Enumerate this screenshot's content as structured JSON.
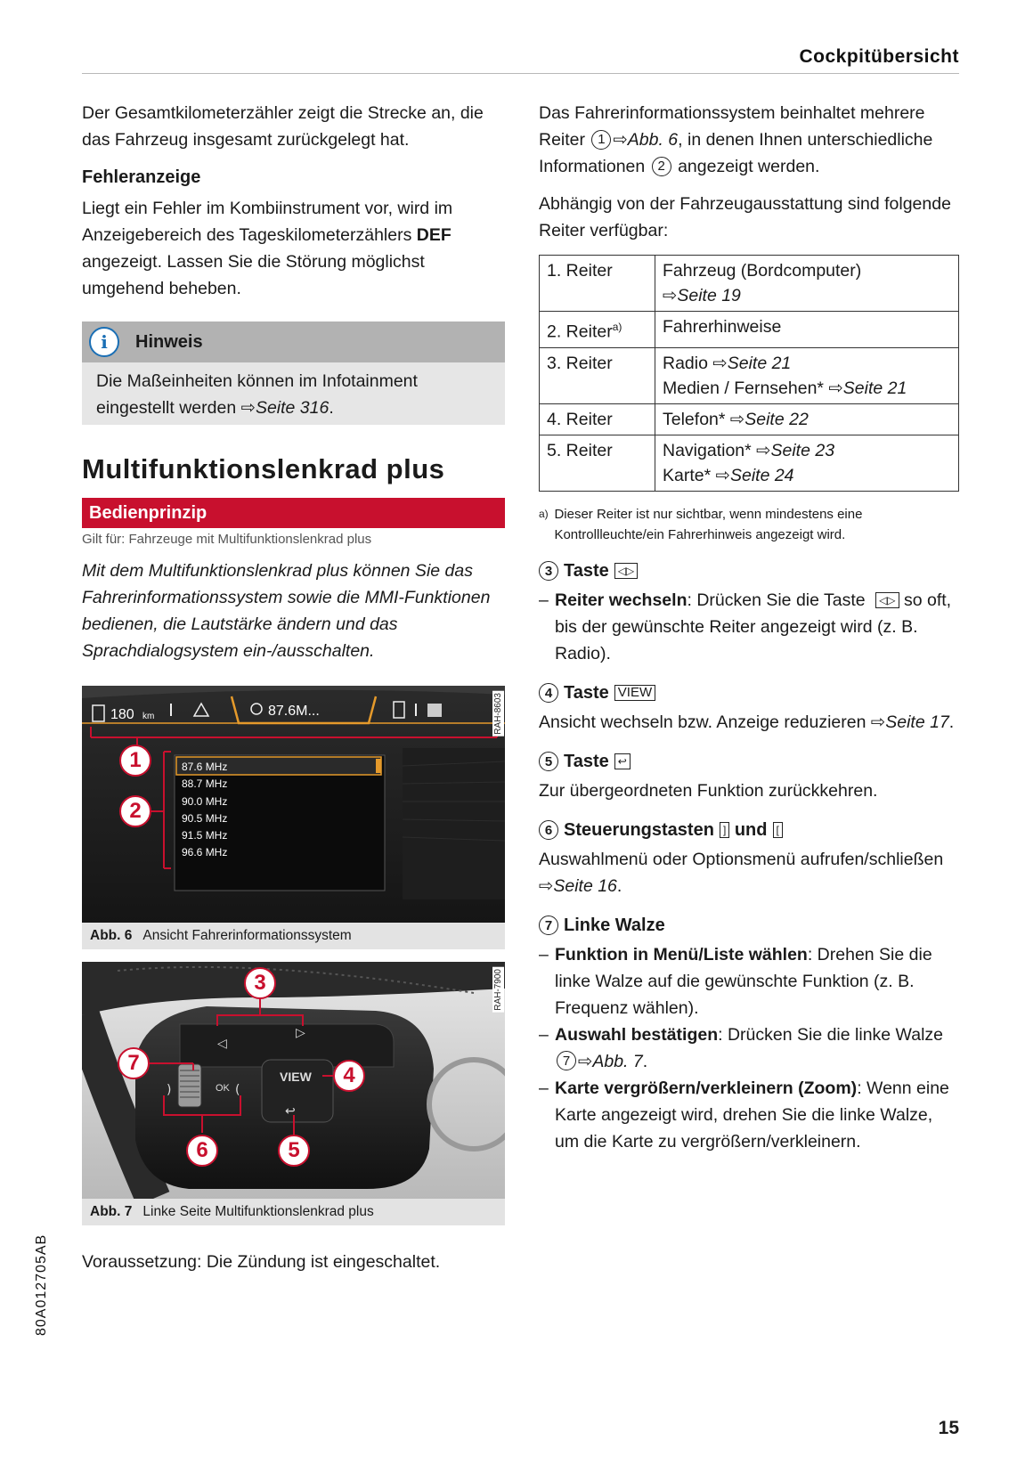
{
  "header": {
    "title": "Cockpitübersicht"
  },
  "left": {
    "p1": "Der Gesamtkilometerzähler zeigt die Strecke an, die das Fahrzeug insgesamt zurückgelegt hat.",
    "fehler_heading": "Fehleranzeige",
    "fehler_text_1": "Liegt ein Fehler im Kombiinstrument vor, wird im Anzeigebereich des Tageskilometerzählers ",
    "fehler_def": "DEF",
    "fehler_text_2": " angezeigt. Lassen Sie die Störung möglichst umgehend beheben.",
    "note": {
      "icon": "i",
      "title": "Hinweis",
      "text": "Die Maßeinheiten können im Infotainment eingestellt werden ",
      "ref": "⇨Seite 316",
      "end": "."
    },
    "section_title": "Multifunktionslenkrad plus",
    "bar_title": "Bedienprinzip",
    "applies": "Gilt für: Fahrzeuge mit Multifunktionslenkrad plus",
    "intro": "Mit dem Multifunktionslenkrad plus können Sie das Fahrerinformationssystem sowie die MMI-Funktionen bedienen, die Lautstärke ändern und das Sprachdialogsystem ein-/ausschalten.",
    "fig6": {
      "code": "RAH-8603",
      "range": "180",
      "range_unit": "km",
      "station": "87.6M...",
      "list": [
        "87.6 MHz",
        "88.7 MHz",
        "90.0 MHz",
        "90.5 MHz",
        "91.5 MHz",
        "96.6 MHz"
      ],
      "callouts": [
        "1",
        "2"
      ],
      "caption_label": "Abb. 6",
      "caption": "Ansicht Fahrerinformationssystem"
    },
    "fig7": {
      "code": "RAH-7900",
      "view_label": "VIEW",
      "ok_label": "OK",
      "callouts": [
        "3",
        "4",
        "5",
        "6",
        "7"
      ],
      "caption_label": "Abb. 7",
      "caption": "Linke Seite Multifunktionslenkrad plus"
    },
    "voraussetzung": "Voraussetzung: Die Zündung ist eingeschaltet."
  },
  "right": {
    "p1_a": "Das Fahrerinformationssystem beinhaltet mehrere Reiter ",
    "n1": "1",
    "p1_ref": "⇨Abb. 6",
    "p1_b": ", in denen Ihnen unterschiedliche Informationen ",
    "n2": "2",
    "p1_c": " angezeigt werden.",
    "p2": "Abhängig von der Fahrzeugausstattung sind folgende Reiter verfügbar:",
    "table": [
      {
        "tab": "1. Reiter",
        "lines": [
          {
            "t": "Fahrzeug (Bordcomputer)",
            "r": ""
          },
          {
            "t": "",
            "r": "⇨Seite 19"
          }
        ]
      },
      {
        "tab": "2. Reiter",
        "sup": "a)",
        "lines": [
          {
            "t": "Fahrerhinweise",
            "r": ""
          }
        ]
      },
      {
        "tab": "3. Reiter",
        "lines": [
          {
            "t": "Radio ",
            "r": "⇨Seite 21"
          },
          {
            "t": "Medien / Fernsehen* ",
            "r": "⇨Seite 21"
          }
        ]
      },
      {
        "tab": "4. Reiter",
        "lines": [
          {
            "t": "Telefon* ",
            "r": "⇨Seite 22"
          }
        ]
      },
      {
        "tab": "5. Reiter",
        "lines": [
          {
            "t": "Navigation* ",
            "r": "⇨Seite 23"
          },
          {
            "t": "Karte* ",
            "r": "⇨Seite 24"
          }
        ]
      }
    ],
    "footnote_mark": "a)",
    "footnote": "Dieser Reiter ist nur sichtbar, wenn mindestens eine Kontrollleuchte/ein Fahrerhinweis angezeigt wird.",
    "s3": {
      "n": "3",
      "title": "Taste",
      "key": "◁▷"
    },
    "s3_b1_bold": "Reiter wechseln",
    "s3_b1_a": ": Drücken Sie die Taste ",
    "s3_b1_key": "◁▷",
    "s3_b1_b": " so oft, bis der gewünschte Reiter angezeigt wird (z. B. Radio).",
    "s4": {
      "n": "4",
      "title": "Taste",
      "key": "VIEW"
    },
    "s4_text": "Ansicht wechseln bzw. Anzeige reduzieren ",
    "s4_ref": "⇨Seite 17",
    "s4_end": ".",
    "s5": {
      "n": "5",
      "title": "Taste",
      "key": "↩"
    },
    "s5_text": "Zur übergeordneten Funktion zurückkehren.",
    "s6": {
      "n": "6",
      "title": "Steuerungstasten",
      "key1": "]",
      "und": "und",
      "key2": "["
    },
    "s6_text": "Auswahlmenü oder Optionsmenü aufrufen/schließen ",
    "s6_ref": "⇨Seite 16",
    "s6_end": ".",
    "s7": {
      "n": "7",
      "title": "Linke Walze"
    },
    "s7_b1_bold": "Funktion in Menü/Liste wählen",
    "s7_b1": ": Drehen Sie die linke Walze auf die gewünschte Funktion (z. B. Frequenz wählen).",
    "s7_b2_bold": "Auswahl bestätigen",
    "s7_b2_a": ": Drücken Sie die linke Walze ",
    "s7_b2_n": "7",
    "s7_b2_ref": "⇨Abb. 7",
    "s7_b2_end": ".",
    "s7_b3_bold": "Karte vergrößern/verkleinern (Zoom)",
    "s7_b3": ": Wenn eine Karte angezeigt wird, drehen Sie die linke Walze, um die Karte zu vergrößern/verkleinern."
  },
  "footer": {
    "side_code": "80A012705AB",
    "page": "15"
  }
}
